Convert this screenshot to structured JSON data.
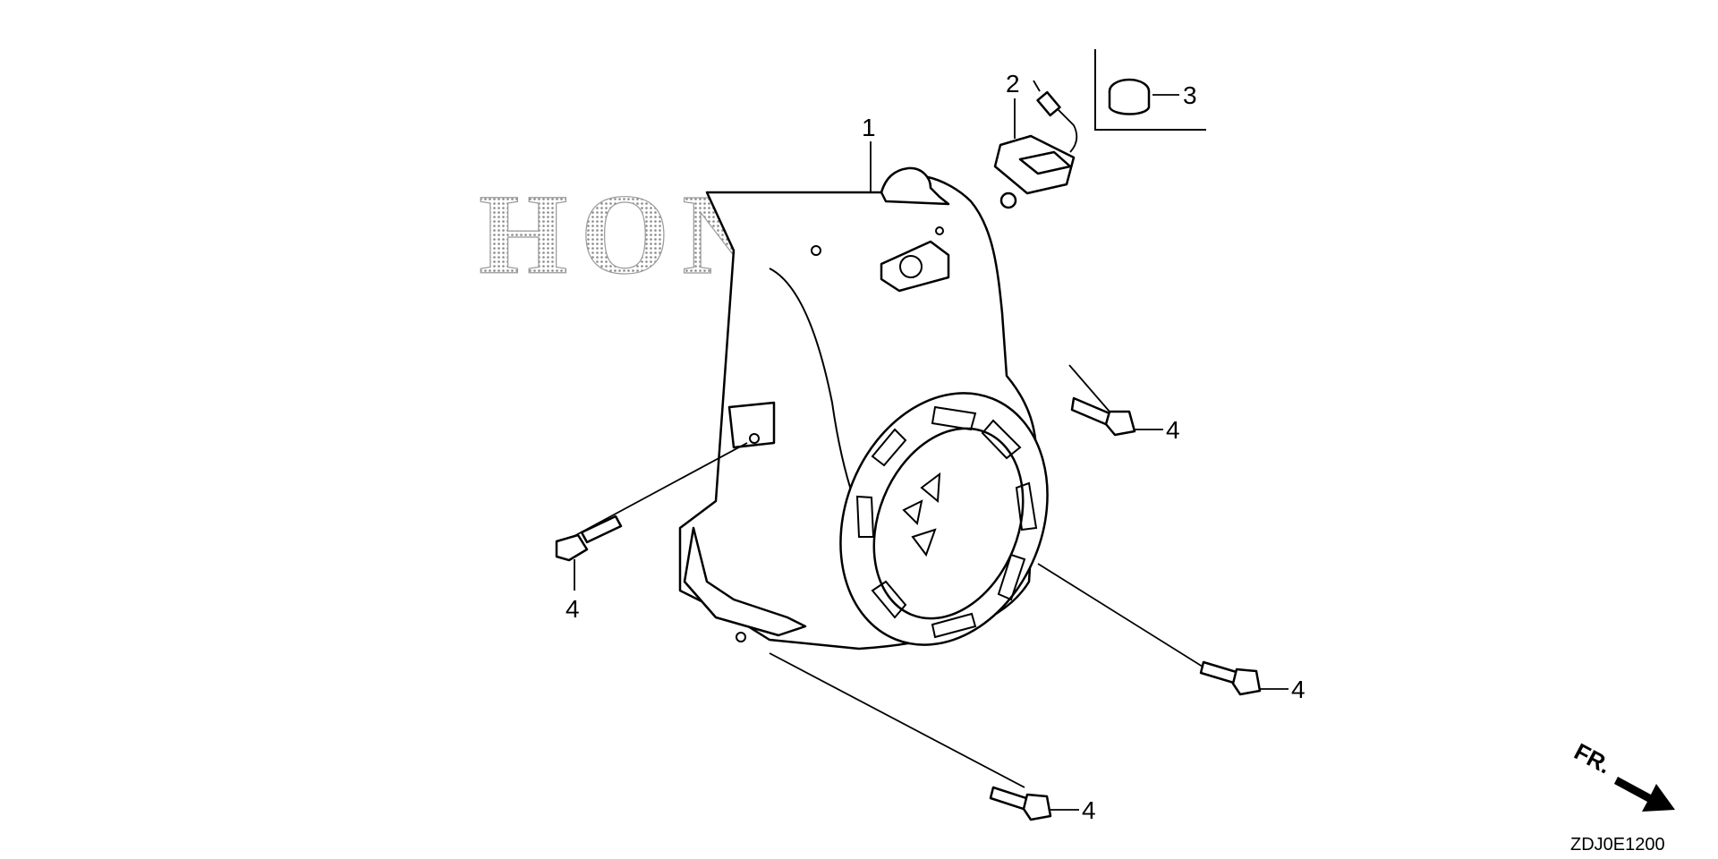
{
  "watermark": {
    "text": "HONDA"
  },
  "callouts": {
    "fan_cover": "1",
    "sensor": "2",
    "cap": "3",
    "bolt_right_upper": "4",
    "bolt_left": "4",
    "bolt_right_lower": "4",
    "bolt_bottom": "4"
  },
  "front_marker": {
    "text": "FR."
  },
  "diagram_code": "ZDJ0E1200",
  "icons": {
    "front_arrow": "arrow-right-down-icon"
  }
}
